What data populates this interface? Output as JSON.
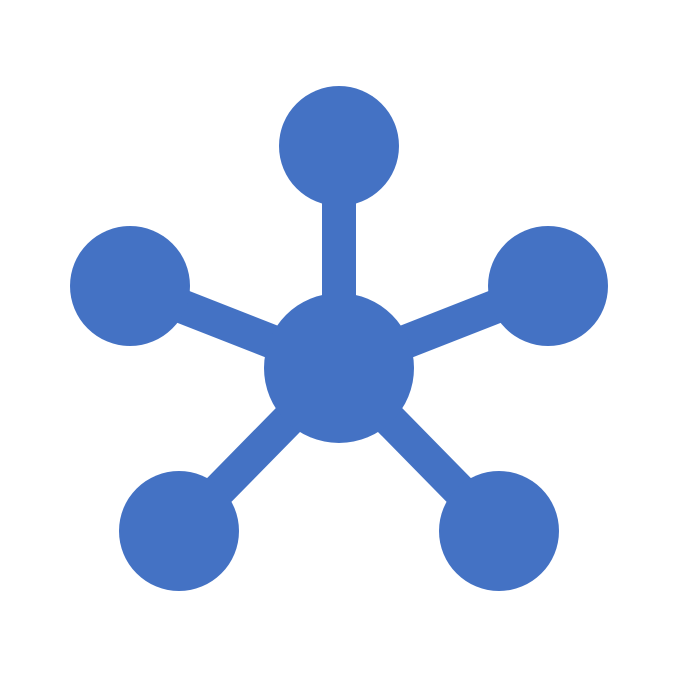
{
  "icon": {
    "name": "network-hub-icon",
    "color": "#4472C4",
    "background": "#FFFFFF",
    "nodes": [
      "top",
      "left",
      "right",
      "bottom-left",
      "bottom-right"
    ]
  }
}
